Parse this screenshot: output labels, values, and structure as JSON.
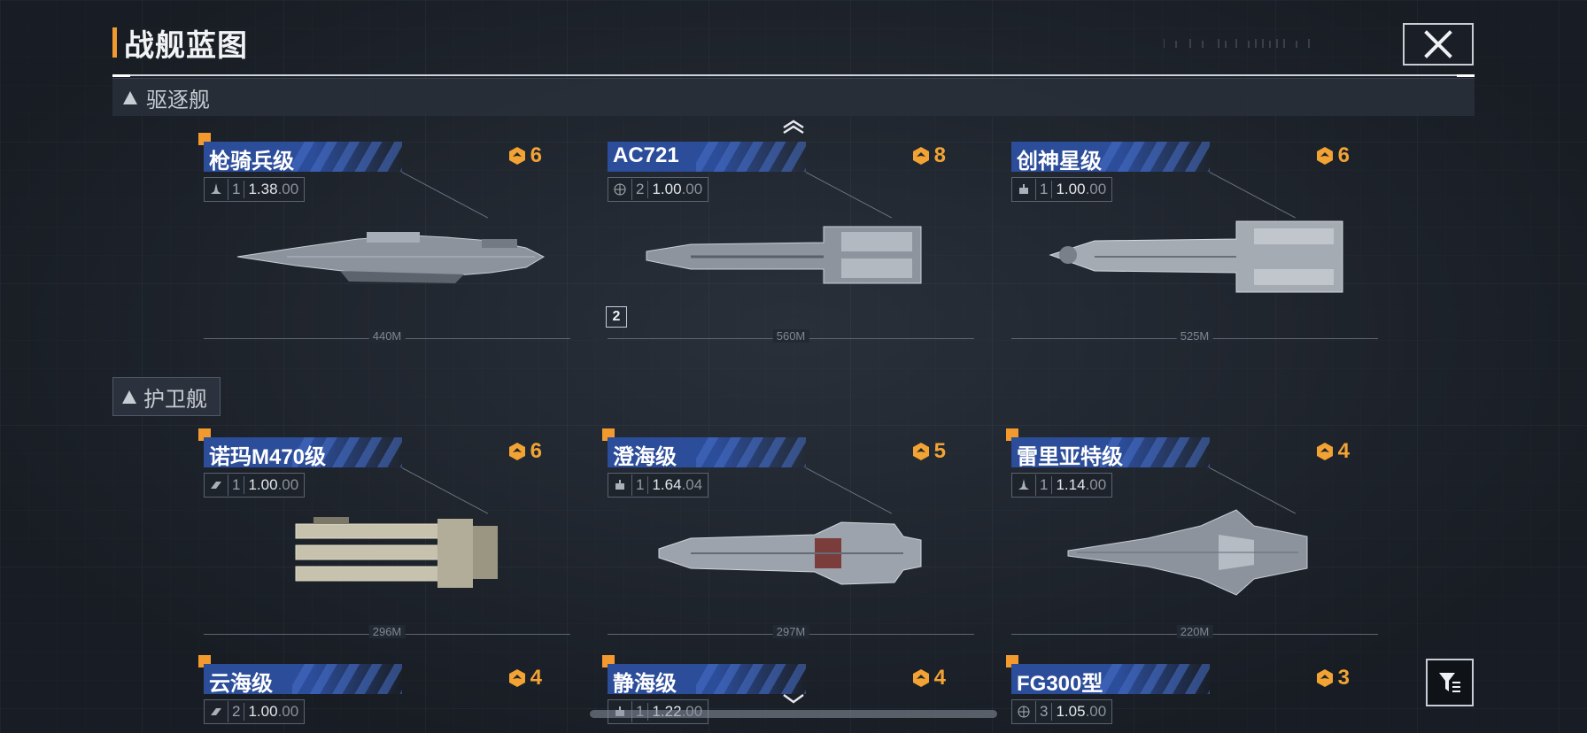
{
  "header": {
    "title": "战舰蓝图",
    "close_icon": "close-icon"
  },
  "sections": [
    {
      "label": "驱逐舰"
    },
    {
      "label": "护卫舰"
    }
  ],
  "cards": [
    {
      "name": "枪骑兵级",
      "cost": "6",
      "type_icon": "fighter-icon",
      "level": "1",
      "multiplier": "1.38",
      "multiplier_dec": ".00",
      "length": "440M",
      "count": ""
    },
    {
      "name": "AC721",
      "cost": "8",
      "type_icon": "globe-icon",
      "level": "2",
      "multiplier": "1.00",
      "multiplier_dec": ".00",
      "length": "560M",
      "count": "2"
    },
    {
      "name": "创神星级",
      "cost": "6",
      "type_icon": "turret-icon",
      "level": "1",
      "multiplier": "1.00",
      "multiplier_dec": ".00",
      "length": "525M",
      "count": ""
    },
    {
      "name": "诺玛M470级",
      "cost": "6",
      "type_icon": "speed-icon",
      "level": "1",
      "multiplier": "1.00",
      "multiplier_dec": ".00",
      "length": "296M",
      "count": ""
    },
    {
      "name": "澄海级",
      "cost": "5",
      "type_icon": "turret-icon",
      "level": "1",
      "multiplier": "1.64",
      "multiplier_dec": ".04",
      "length": "297M",
      "count": ""
    },
    {
      "name": "雷里亚特级",
      "cost": "4",
      "type_icon": "fighter-icon",
      "level": "1",
      "multiplier": "1.14",
      "multiplier_dec": ".00",
      "length": "220M",
      "count": ""
    },
    {
      "name": "云海级",
      "cost": "4",
      "type_icon": "speed-icon",
      "level": "2",
      "multiplier": "1.00",
      "multiplier_dec": ".00",
      "length": "",
      "count": ""
    },
    {
      "name": "静海级",
      "cost": "4",
      "type_icon": "turret-icon",
      "level": "1",
      "multiplier": "1.22",
      "multiplier_dec": ".00",
      "length": "",
      "count": ""
    },
    {
      "name": "FG300型",
      "cost": "3",
      "type_icon": "globe-icon",
      "level": "3",
      "multiplier": "1.05",
      "multiplier_dec": ".00",
      "length": "",
      "count": ""
    }
  ],
  "colors": {
    "accent": "#f39a2e",
    "cost": "#f2a334",
    "name_bar": "#2c4d9a"
  },
  "controls": {
    "scroll_up_icon": "chevron-up-icon",
    "scroll_down_icon": "chevron-down-icon",
    "filter_icon": "filter-icon"
  }
}
